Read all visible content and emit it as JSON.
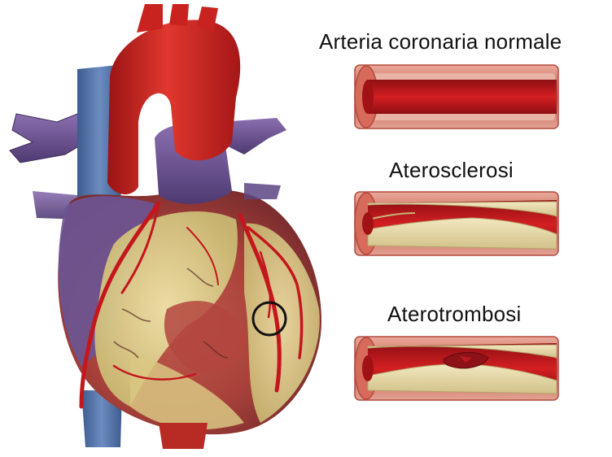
{
  "labels": {
    "normal_artery": "Arteria coronaria normale",
    "atherosclerosis": "Aterosclerosi",
    "atherothrombosis": "Aterotrombosi"
  },
  "colors": {
    "artery_red": "#c4161c",
    "aorta_red": "#d42a25",
    "vein_purple": "#6b4f8e",
    "vena_blue": "#4f6fa3",
    "fat_yellow": "#dccf8a",
    "muscle_red": "#b0463f",
    "plaque_tan": "#e3d7a8",
    "clot_red": "#8e1118"
  },
  "icons": {
    "heart": "heart-illustration",
    "highlight": "highlight-circle"
  }
}
